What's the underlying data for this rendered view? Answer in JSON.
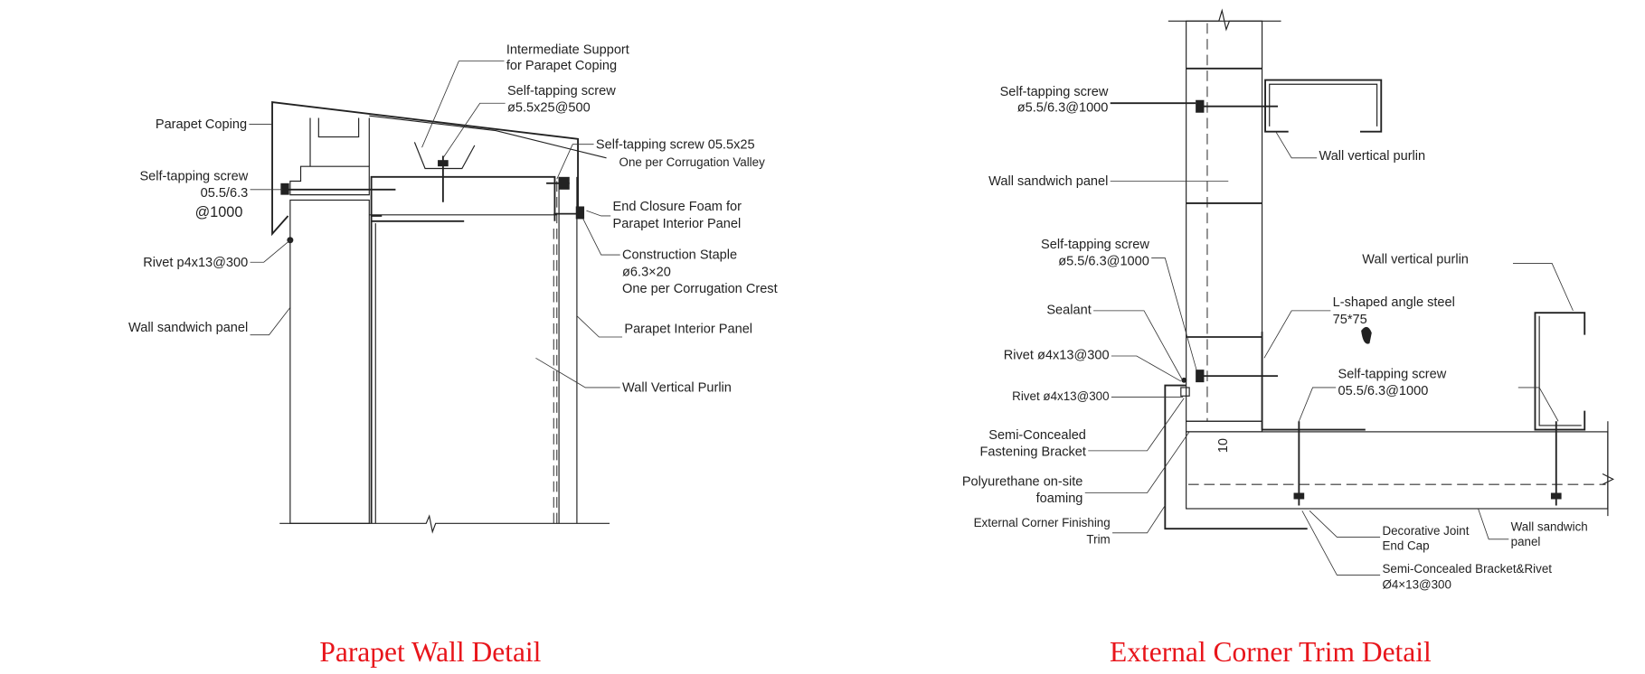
{
  "left": {
    "title": "Parapet Wall Detail",
    "intermediate_support": [
      "Intermediate Support",
      "for Parapet Coping"
    ],
    "screw_top": [
      "Self-tapping screw",
      "ø5.5x25@500"
    ],
    "parapet_coping": "Parapet Coping",
    "screw_left": [
      "Self-tapping screw",
      "05.5/6.3",
      "@1000"
    ],
    "screw_right": [
      "Self-tapping screw 05.5x25",
      "One per Corrugation Valley"
    ],
    "end_closure": [
      "End Closure Foam for",
      "Parapet Interior Panel"
    ],
    "rivet": "Rivet p4x13@300",
    "staple": [
      "Construction Staple",
      "ø6.3×20",
      "One per Corrugation Crest"
    ],
    "wall_panel": "Wall sandwich panel",
    "interior_panel": "Parapet Interior Panel",
    "vertical_purlin": "Wall Vertical Purlin"
  },
  "right": {
    "title": "External Corner Trim Detail",
    "screw_top": [
      "Self-tapping screw",
      "ø5.5/6.3@1000"
    ],
    "purlin_top": "Wall vertical purlin",
    "wall_panel": "Wall sandwich panel",
    "screw_mid": [
      "Self-tapping screw",
      "ø5.5/6.3@1000"
    ],
    "purlin_right": "Wall vertical purlin",
    "sealant": "Sealant",
    "angle_steel": [
      "L-shaped angle steel",
      "75*75"
    ],
    "rivet1": "Rivet ø4x13@300",
    "screw_low": [
      "Self-tapping screw",
      "05.5/6.3@1000"
    ],
    "rivet2": "Rivet ø4x13@300",
    "bracket": [
      "Semi-Concealed",
      "Fastening Bracket"
    ],
    "foaming": [
      "Polyurethane on-site",
      "foaming"
    ],
    "trim": [
      "External Corner Finishing",
      "Trim"
    ],
    "end_cap": [
      "Decorative Joint",
      "End Cap"
    ],
    "wall_panel2": [
      "Wall sandwich",
      "panel"
    ],
    "bracket_rivet": [
      "Semi-Concealed Bracket&Rivet",
      "Ø4×13@300"
    ],
    "dim": "10"
  },
  "colors": {
    "title": "#e8151b",
    "line": "#222222"
  }
}
